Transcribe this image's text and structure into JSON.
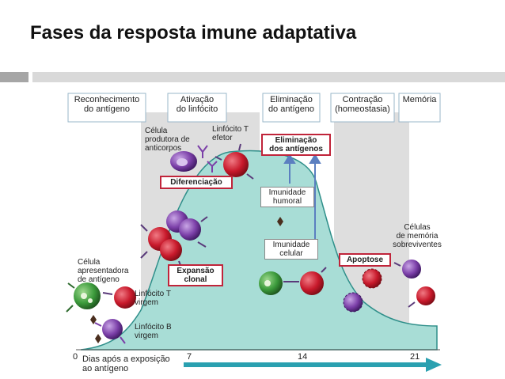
{
  "slide": {
    "title": "Fases da resposta imune adaptativa"
  },
  "phases": [
    "Reconhecimento\ndo antígeno",
    "Ativação\ndo linfócito",
    "Eliminação\ndo antígeno",
    "Contração\n(homeostasia)",
    "Memória"
  ],
  "labels": {
    "antibody_cell": "Célula\nprodutora de\nanticorpos",
    "effector": "Linfócito T\nefetor",
    "differentiation": "Diferenciação",
    "elimination": "Eliminação\ndos antígenos",
    "humoral": "Imunidade\nhumoral",
    "cellular": "Imunidade\ncelular",
    "apoptosis": "Apoptose",
    "memory_cells": "Células\nde memória\nsobreviventes",
    "apc": "Célula\napresentadora\nde antígeno",
    "clonal": "Expansão\nclonal",
    "naive_t": "Linfócito T\nvirgem",
    "naive_b": "Linfócito B\nvirgem"
  },
  "axis": {
    "ticks": [
      "0",
      "7",
      "14",
      "21"
    ],
    "label": "Dias após a exposição\nao antígeno"
  },
  "colors": {
    "curve_fill": "#a8ddd6",
    "shade": "#d9d9d9",
    "red_box": "#c0243a",
    "arrow": "#2aa0b0",
    "t_cell": "#c8192b",
    "b_cell": "#7b3fa8",
    "apc": "#3b9a3b"
  }
}
